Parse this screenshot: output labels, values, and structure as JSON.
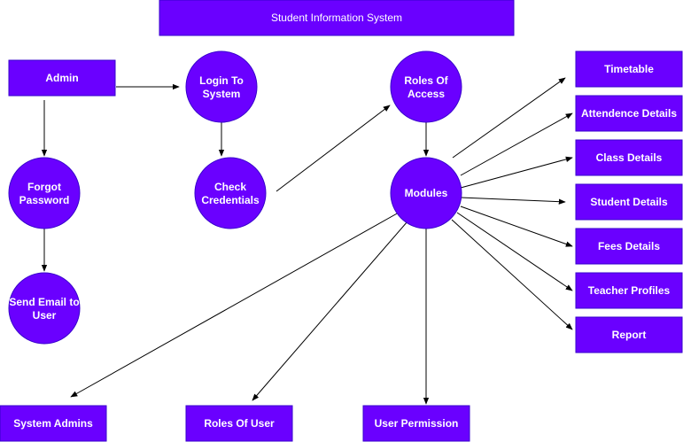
{
  "title": "Student Information System",
  "nodes": {
    "admin": "Admin",
    "login": [
      "Login To",
      "System"
    ],
    "forgot": [
      "Forgot",
      "Password"
    ],
    "check": [
      "Check",
      "Credentials"
    ],
    "send_email": [
      "Send Email to",
      "User"
    ],
    "roles_access": [
      "Roles Of",
      "Access"
    ],
    "modules": "Modules",
    "timetable": "Timetable",
    "attendance": "Attendence Details",
    "class_details": "Class Details",
    "student_details": "Student Details",
    "fees_details": "Fees Details",
    "teacher_profiles": "Teacher Profiles",
    "report": "Report",
    "system_admins": "System Admins",
    "roles_user": "Roles Of User",
    "user_permission": "User Permission"
  },
  "colors": {
    "node_fill": "#6a00ff",
    "node_stroke": "#3700cc",
    "label": "#ffffff",
    "edge": "#000000"
  }
}
